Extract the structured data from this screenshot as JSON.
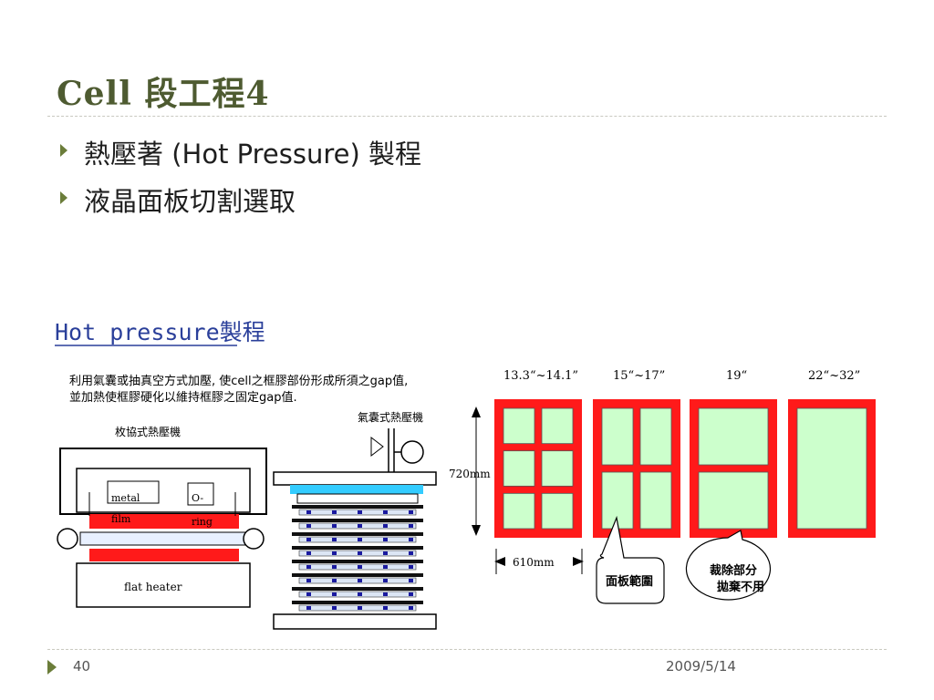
{
  "slide": {
    "title": "Cell 段工程4",
    "bullets": [
      "熱壓著 (Hot Pressure) 製程",
      "液晶面板切割選取"
    ],
    "page_number": "40",
    "date": "2009/5/14"
  },
  "figure": {
    "heading": "Hot pressure製程",
    "description_line1": "利用氣囊或抽真空方式加壓, 使cell之框膠部份形成所須之gap值,",
    "description_line2": "並加熱使框膠硬化以維持框膠之固定gap值.",
    "machine1_label": "枚協式熱壓機",
    "machine2_label": "氣囊式熱壓機",
    "metal_label": "metal",
    "film_label": "film",
    "oring_label_1": "O-",
    "oring_label_2": "ring",
    "heater_label": "flat heater",
    "panel_sizes": [
      "13.3“~14.1”",
      "15“~17”",
      "19“",
      "22“~32”"
    ],
    "height_label": "720mm",
    "width_label": "610mm",
    "callout_panel": "面板範圍",
    "callout_cut_1": "裁除部分",
    "callout_cut_2": "拋棄不用"
  },
  "colors": {
    "title": "#4e5b31",
    "bullet_marker": "#6b7d3a",
    "frame_red": "#ff1a1a",
    "panel_green": "#ccffcc",
    "heading_blue": "#2a3f9a"
  }
}
